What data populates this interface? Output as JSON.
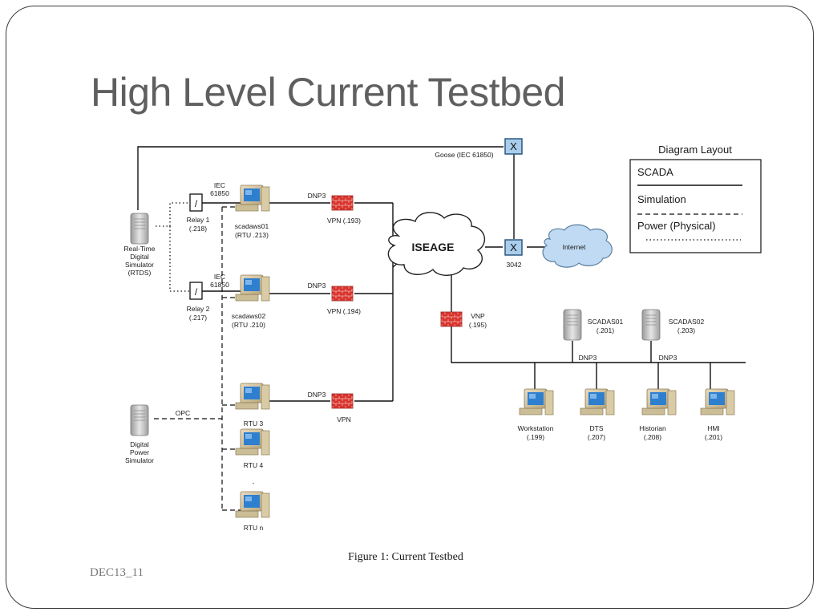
{
  "slide": {
    "title": "High Level Current Testbed",
    "footer": "DEC13_11"
  },
  "diagram": {
    "goose_link": "Goose (IEC 61850)",
    "switch_symbol": "X",
    "switch_port": "3042",
    "cloud_iseage": "ISEAGE",
    "cloud_internet": "Internet",
    "rtds": [
      "Real-Time",
      "Digital",
      "Simulator",
      "(RTDS)"
    ],
    "dps": [
      "Digital",
      "Power",
      "Simulator"
    ],
    "opc": "OPC",
    "iec": [
      "IEC",
      "61850"
    ],
    "relay_symbol": "/",
    "relay1": [
      "Relay 1",
      "(.218)"
    ],
    "relay2": [
      "Relay 2",
      "(.217)"
    ],
    "scadaws01": [
      "scadaws01",
      "(RTU .213)"
    ],
    "scadaws02": [
      "scadaws02",
      "(RTU .210)"
    ],
    "rtu3": "RTU 3",
    "rtu4": "RTU 4",
    "rtun": "RTU n",
    "dnp3": "DNP3",
    "vpn1": "VPN (.193)",
    "vpn2": "VPN (.194)",
    "vpn3": "VPN",
    "vnp": [
      "VNP",
      "(.195)"
    ],
    "scadas01": [
      "SCADAS01",
      "(.201)"
    ],
    "scadas02": [
      "SCADAS02",
      "(.203)"
    ],
    "workstation": [
      "Workstation",
      "(.199)"
    ],
    "dts": [
      "DTS",
      "(.207)"
    ],
    "historian": [
      "Historian",
      "(.208)"
    ],
    "hmi": [
      "HMI",
      "(.201)"
    ],
    "caption": "Figure 1: Current Testbed"
  },
  "legend": {
    "title": "Diagram Layout",
    "scada": "SCADA",
    "simulation": "Simulation",
    "power": "Power (Physical)"
  },
  "colors": {
    "switch_fill": "#a9cdea",
    "firewall": "#d8332c",
    "monitor_screen": "#2f7fcf",
    "title": "#5f5f5f"
  }
}
